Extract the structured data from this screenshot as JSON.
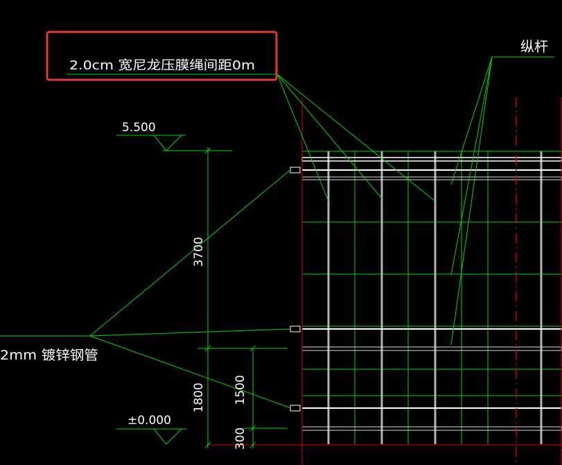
{
  "annotations": {
    "film_rope": "2.0cm  宽尼龙压膜绳间距0m",
    "longitudinal_bar": "纵杆",
    "pipe": "2mm  镀锌钢管"
  },
  "elevations": {
    "top": "5.500",
    "ground": "±0.000"
  },
  "dimensions": {
    "d3700": "3700",
    "d1800": "1800",
    "d1500": "1500",
    "d300": "300"
  },
  "colors": {
    "background": "#000000",
    "line_green": "#00d800",
    "line_red": "#e00000",
    "highlight": "#e53935",
    "text": "#ffffff"
  }
}
